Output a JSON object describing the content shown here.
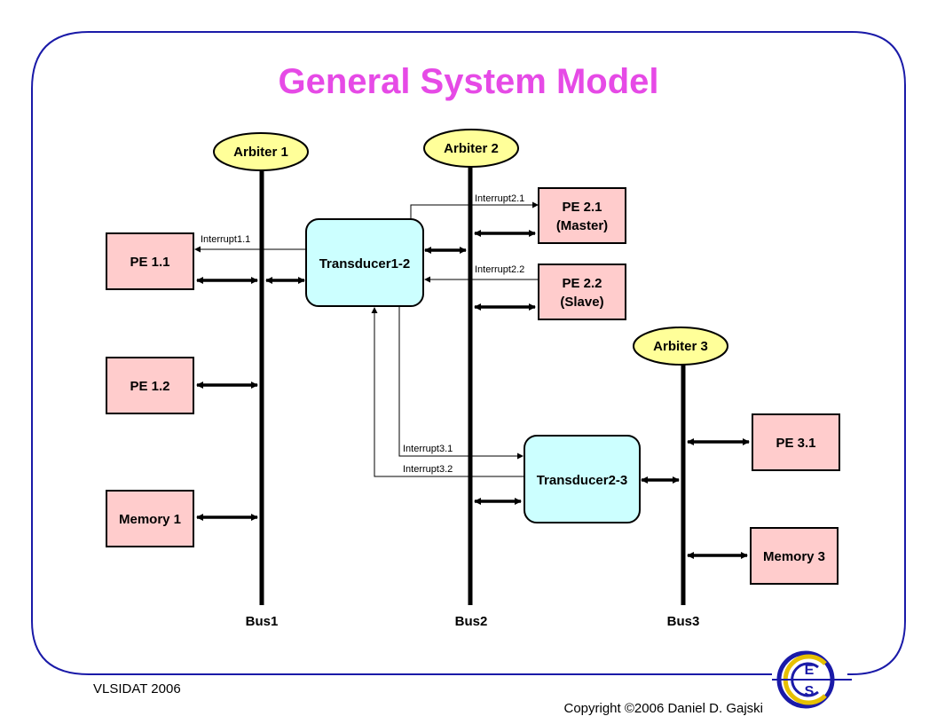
{
  "title": "General System Model",
  "colors": {
    "title": "#e64ae6",
    "frame": "#1a1aa8",
    "pe_fill": "#ffcccc",
    "transducer_fill": "#ccffff",
    "arbiter_fill": "#ffff99"
  },
  "arbiters": {
    "a1": "Arbiter 1",
    "a2": "Arbiter 2",
    "a3": "Arbiter 3"
  },
  "buses": {
    "b1": "Bus1",
    "b2": "Bus2",
    "b3": "Bus3"
  },
  "pes": {
    "pe11": "PE 1.1",
    "pe12": "PE 1.2",
    "mem1": "Memory 1",
    "pe21_line1": "PE 2.1",
    "pe21_line2": "(Master)",
    "pe22_line1": "PE 2.2",
    "pe22_line2": "(Slave)",
    "pe31": "PE 3.1",
    "mem3": "Memory 3"
  },
  "transducers": {
    "t12": "Transducer1-2",
    "t23": "Transducer2-3"
  },
  "interrupts": {
    "i11": "Interrupt1.1",
    "i21": "Interrupt2.1",
    "i22": "Interrupt2.2",
    "i31": "Interrupt3.1",
    "i32": "Interrupt3.2"
  },
  "footer": {
    "left": "VLSIDAT 2006",
    "copyright": "Copyright ©2006 Daniel D. Gajski"
  },
  "logo": {
    "letters": "CECS"
  }
}
